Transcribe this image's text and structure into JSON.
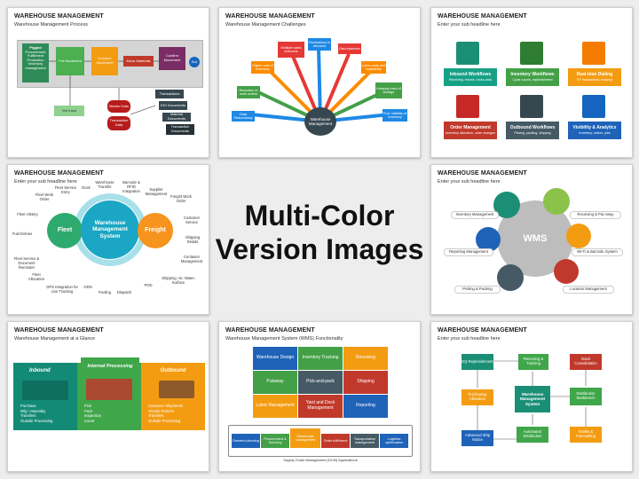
{
  "center": {
    "line1": "Multi-Color",
    "line2": "Version Images"
  },
  "thumbs": [
    {
      "title": "WAREHOUSE MANAGEMENT",
      "subtitle": "Warehouse Management Process",
      "process": [
        "Pigged",
        "Put Movement",
        "Conduct Movement",
        "Move Materials",
        "Confirm Movement",
        "End"
      ],
      "bullets": [
        "Procurement",
        "Fulfillment",
        "Production",
        "Inventory management"
      ],
      "lower": [
        "Vizi Input",
        "Master Data",
        "Transaction Data",
        "Transactions",
        "EDI Documents",
        "Material Documents",
        "Transaction Documents"
      ]
    },
    {
      "title": "WAREHOUSE MANAGEMENT",
      "subtitle": "Warehouse Management Challenges",
      "center": "Warehouse Management",
      "rays": [
        "Data Redundancy",
        "Reduction in work orders",
        "Higher cost of inventory",
        "Multiple sales channels",
        "Fluctuations in demand",
        "Discrepancies",
        "Labor costs and availability",
        "Keeping track of storage",
        "Poor visibility of inventory"
      ]
    },
    {
      "title": "WAREHOUSE MANAGEMENT",
      "subtitle": "Enter your sub headline here",
      "cards": [
        {
          "label": "Inbound Workflows",
          "desc": "Receiving, returns, cross-dock"
        },
        {
          "label": "Inventory Workflows",
          "desc": "Cycle counts, replenishment"
        },
        {
          "label": "Real-time Dialing",
          "desc": "RF transactions, tracking"
        },
        {
          "label": "Order Management",
          "desc": "Inventory allocation, order changes"
        },
        {
          "label": "Outbound Workflows",
          "desc": "Picking, packing, shipping"
        },
        {
          "label": "Visibility & Analytics",
          "desc": "Inventory, orders, jobs"
        }
      ]
    },
    {
      "title": "WAREHOUSE MANAGEMENT",
      "subtitle": "Enter your sub headline here",
      "left": "Fleet",
      "center": "Warehouse Management System",
      "right": "Freight",
      "labels": [
        "Fleet Work Order",
        "Fleet Service Entry",
        "Dock",
        "Warehouse Transfer",
        "Barcode & RFID Integration",
        "Supplier Management",
        "Freight Work Order",
        "Customer Service",
        "Shipping Details",
        "Container Management",
        "Shipping: Air, Water, Surface",
        "POD",
        "Dispatch",
        "Pooling",
        "GRN",
        "GPS Integration for Live Tracking",
        "Fleet Allocation",
        "Fleet Service & Document Reminder",
        "Fuel Entries",
        "Fleet History"
      ]
    },
    {
      "title": "WAREHOUSE MANAGEMENT",
      "subtitle": "Enter your sub headline here",
      "center": "WMS",
      "items": [
        "Inventory Management",
        "Receiving & Put Away",
        "Wi-Fi & Barcode System",
        "Location Management",
        "Picking & Packing",
        "Reporting Management"
      ]
    },
    {
      "title": "WAREHOUSE MANAGEMENT",
      "subtitle": "Warehouse Management at a Glance",
      "banners": [
        "Inbound",
        "Internal Processing",
        "Outbound"
      ],
      "bullets1": [
        "Purchase",
        "Mfg / Assembly",
        "Transfers",
        "Outside Processing"
      ],
      "bullets2": [
        "Pick",
        "Pack",
        "Inspection",
        "Count"
      ],
      "bullets3": [
        "Customer Shipments",
        "Vendor Returns",
        "Transfers",
        "Outside Processing"
      ]
    },
    {
      "title": "WAREHOUSE MANAGEMENT",
      "subtitle": "Warehouse Management System (WMS) Functionality",
      "grid": [
        "Warehouse Design",
        "Inventory Tracking",
        "Receiving",
        "Putaway",
        "Pick-and-pack",
        "Shipping",
        "Labor Management",
        "Yard and Dock Management",
        "Reporting"
      ],
      "strip": [
        "Demand planning",
        "Procurement & Sourcing",
        "Warehouse management",
        "Order fulfillment",
        "Transportation management",
        "Logistics optimization"
      ],
      "caption": "Supply Chain Management (SCM) Applications"
    },
    {
      "title": "WAREHOUSE MANAGEMENT",
      "subtitle": "Enter your sub headline here",
      "center": "Warehouse Management System",
      "nodes": [
        "EQ Replenishment",
        "Receiving & Tracking",
        "Stock Consolidation",
        "Purchasing Allocation",
        "Distribution Workbench",
        "Advanced Ship Notice",
        "Automated Distribution",
        "Kiosks & Forecasting"
      ]
    }
  ]
}
